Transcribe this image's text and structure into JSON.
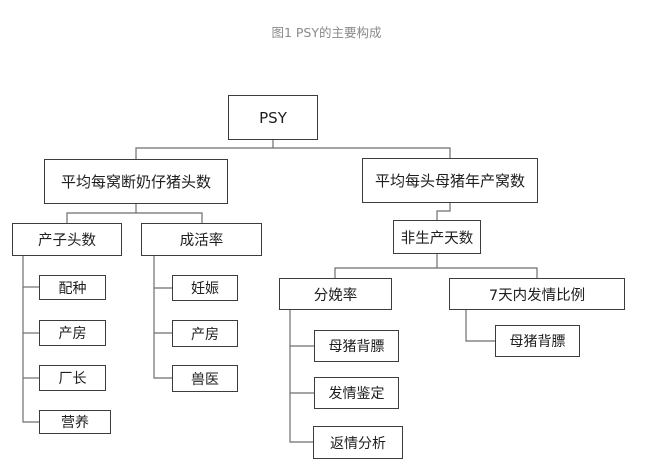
{
  "caption": "图1 PSY的主要构成",
  "colors": {
    "box_border": "#3c3c3c",
    "connector": "#6e6e6e",
    "caption_text": "#8a8a8a",
    "text": "#1e1e1e"
  },
  "tree": {
    "root": {
      "label": "PSY"
    },
    "left": {
      "label": "平均每窝断奶仔猪头数",
      "children": [
        {
          "label": "产子头数",
          "children": [
            {
              "label": "配种"
            },
            {
              "label": "产房"
            },
            {
              "label": "厂长"
            },
            {
              "label": "营养"
            }
          ]
        },
        {
          "label": "成活率",
          "children": [
            {
              "label": "妊娠"
            },
            {
              "label": "产房"
            },
            {
              "label": "兽医"
            }
          ]
        }
      ]
    },
    "right": {
      "label": "平均每头母猪年产窝数",
      "child": {
        "label": "非生产天数",
        "children": [
          {
            "label": "分娩率",
            "children": [
              {
                "label": "母猪背膘"
              },
              {
                "label": "发情鉴定"
              },
              {
                "label": "返情分析"
              }
            ]
          },
          {
            "label": "7天内发情比例",
            "children": [
              {
                "label": "母猪背膘"
              }
            ]
          }
        ]
      }
    }
  }
}
